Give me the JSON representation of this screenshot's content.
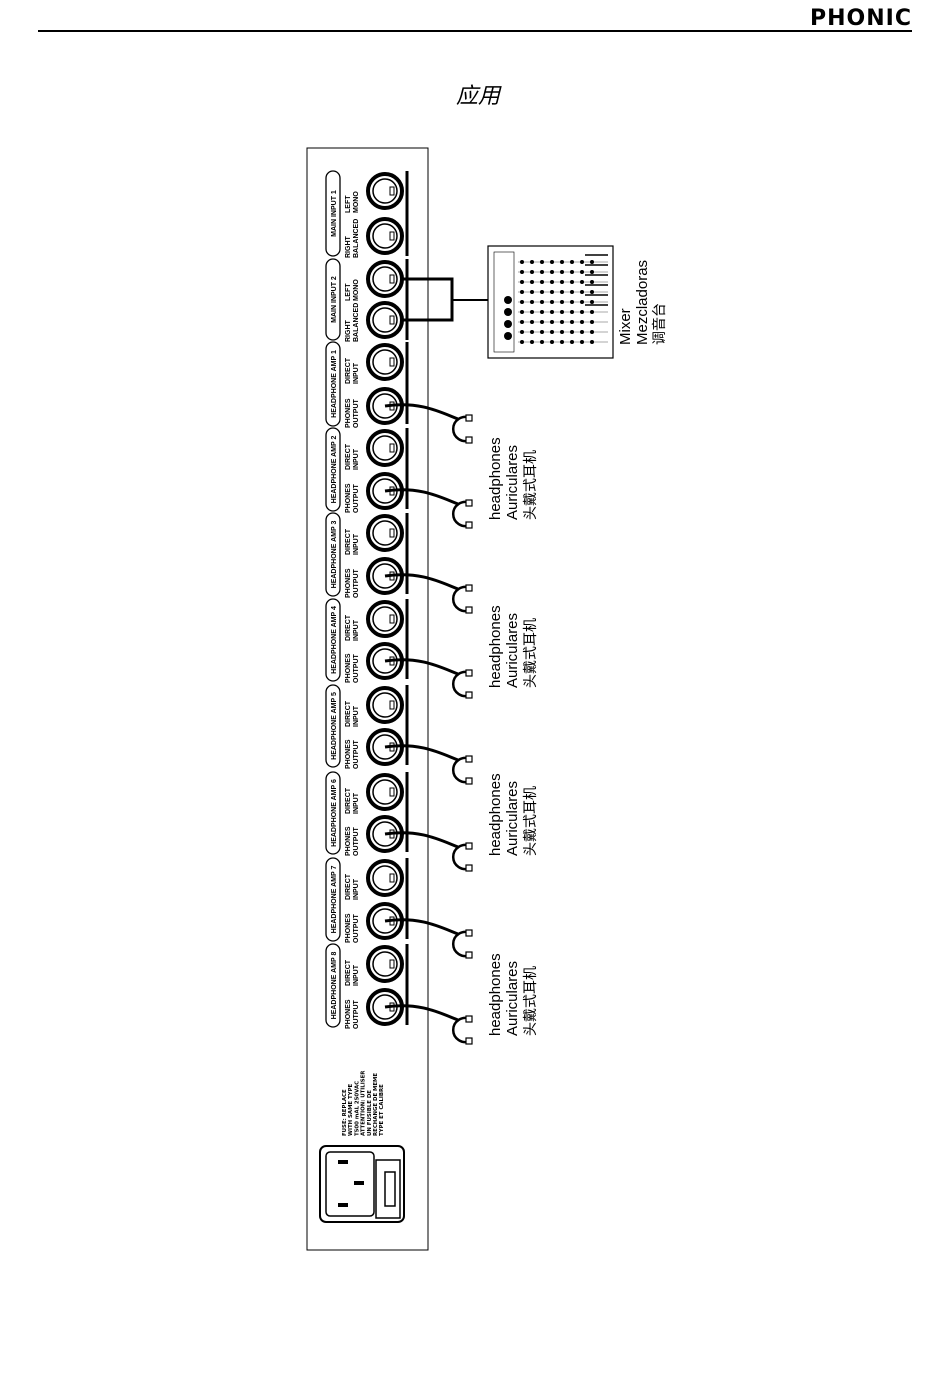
{
  "header": {
    "brand": "PHONIC",
    "section_title": "应用"
  },
  "device": {
    "main_inputs": [
      {
        "label": "MAIN INPUT 1",
        "jack_left": "LEFT\nMONO",
        "jack_right": "RIGHT\nBALANCED"
      },
      {
        "label": "MAIN INPUT 2",
        "jack_left": "LEFT\nMONO",
        "jack_right": "RIGHT\nBALANCED"
      }
    ],
    "headphone_amps": [
      {
        "label": "HEADPHONE AMP 1",
        "direct": "DIRECT\nINPUT",
        "phones": "PHONES\nOUTPUT"
      },
      {
        "label": "HEADPHONE AMP 2",
        "direct": "DIRECT\nINPUT",
        "phones": "PHONES\nOUTPUT"
      },
      {
        "label": "HEADPHONE AMP 3",
        "direct": "DIRECT\nINPUT",
        "phones": "PHONES\nOUTPUT"
      },
      {
        "label": "HEADPHONE AMP 4",
        "direct": "DIRECT\nINPUT",
        "phones": "PHONES\nOUTPUT"
      },
      {
        "label": "HEADPHONE AMP 5",
        "direct": "DIRECT\nINPUT",
        "phones": "PHONES\nOUTPUT"
      },
      {
        "label": "HEADPHONE AMP 6",
        "direct": "DIRECT\nINPUT",
        "phones": "PHONES\nOUTPUT"
      },
      {
        "label": "HEADPHONE AMP 7",
        "direct": "DIRECT\nINPUT",
        "phones": "PHONES\nOUTPUT"
      },
      {
        "label": "HEADPHONE AMP 8",
        "direct": "DIRECT\nINPUT",
        "phones": "PHONES\nOUTPUT"
      }
    ],
    "fuse_text": "FUSE: REPLACE\nWITH SAME TYPE\nT500 mAL 250VAC\nATTENTION: UTILISER\nUN FUSIBLE DE\nRECHANGE DE MEME\nTYPE ET CALIBRE"
  },
  "mixer_label": {
    "en": "Mixer",
    "es": "Mezcladoras",
    "zh": "调音台"
  },
  "headphone_label": {
    "en": "headphones",
    "es": "Auriculares",
    "zh": "头戴式耳机"
  }
}
